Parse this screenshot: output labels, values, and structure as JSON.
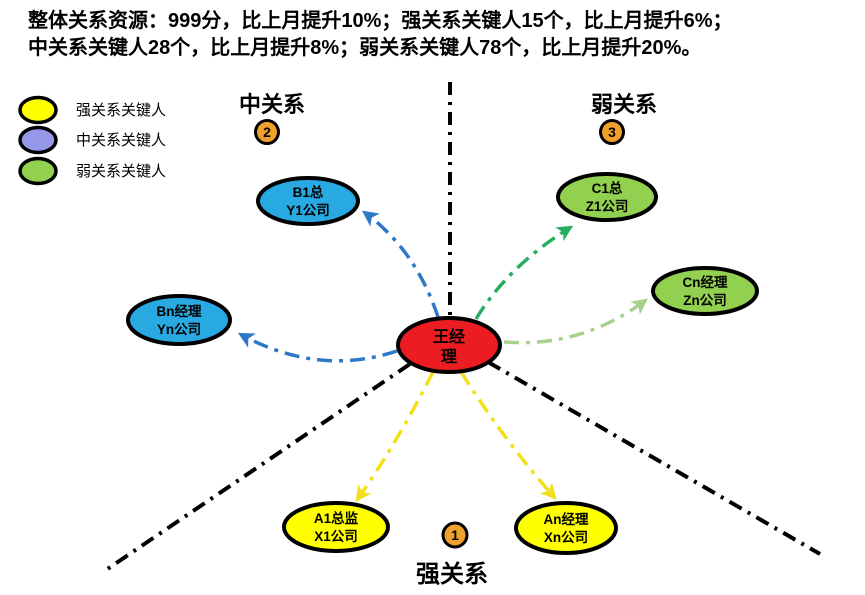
{
  "header": {
    "line1": "整体关系资源：999分，比上月提升10%；强关系关键人15个，比上月提升6%；",
    "line2": "中关系关键人28个，比上月提升8%；弱关系关键人78个，比上月提升20%。"
  },
  "legend": {
    "items": [
      {
        "label": "强关系关键人",
        "color": "#FFFF00"
      },
      {
        "label": "中关系关键人",
        "color": "#9598E8"
      },
      {
        "label": "弱关系关键人",
        "color": "#92D050"
      }
    ]
  },
  "regions": {
    "medium": {
      "label": "中关系",
      "badge": "2"
    },
    "weak": {
      "label": "弱关系",
      "badge": "3"
    },
    "strong": {
      "label": "强关系",
      "badge": "1"
    }
  },
  "center_node": {
    "line1": "王经",
    "line2": "理"
  },
  "nodes": {
    "b1": {
      "line1": "B1总",
      "line2": "Y1公司"
    },
    "bn": {
      "line1": "Bn经理",
      "line2": "Yn公司"
    },
    "c1": {
      "line1": "C1总",
      "line2": "Z1公司"
    },
    "cn": {
      "line1": "Cn经理",
      "line2": "Zn公司"
    },
    "a1": {
      "line1": "A1总监",
      "line2": "X1公司"
    },
    "an": {
      "line1": "An经理",
      "line2": "Xn公司"
    }
  },
  "colors": {
    "node_strong": "#FFFF00",
    "node_medium": "#29A9E1",
    "node_weak": "#92D050",
    "node_center": "#EB1C22",
    "legend_medium": "#9598E8",
    "badge_fill": "#F0A12C",
    "arrow_blue": "#2E79C7",
    "arrow_green": "#27AE60",
    "arrow_lightgreen": "#A9D18E",
    "arrow_yellow": "#F2E01C",
    "divider": "#000000"
  }
}
